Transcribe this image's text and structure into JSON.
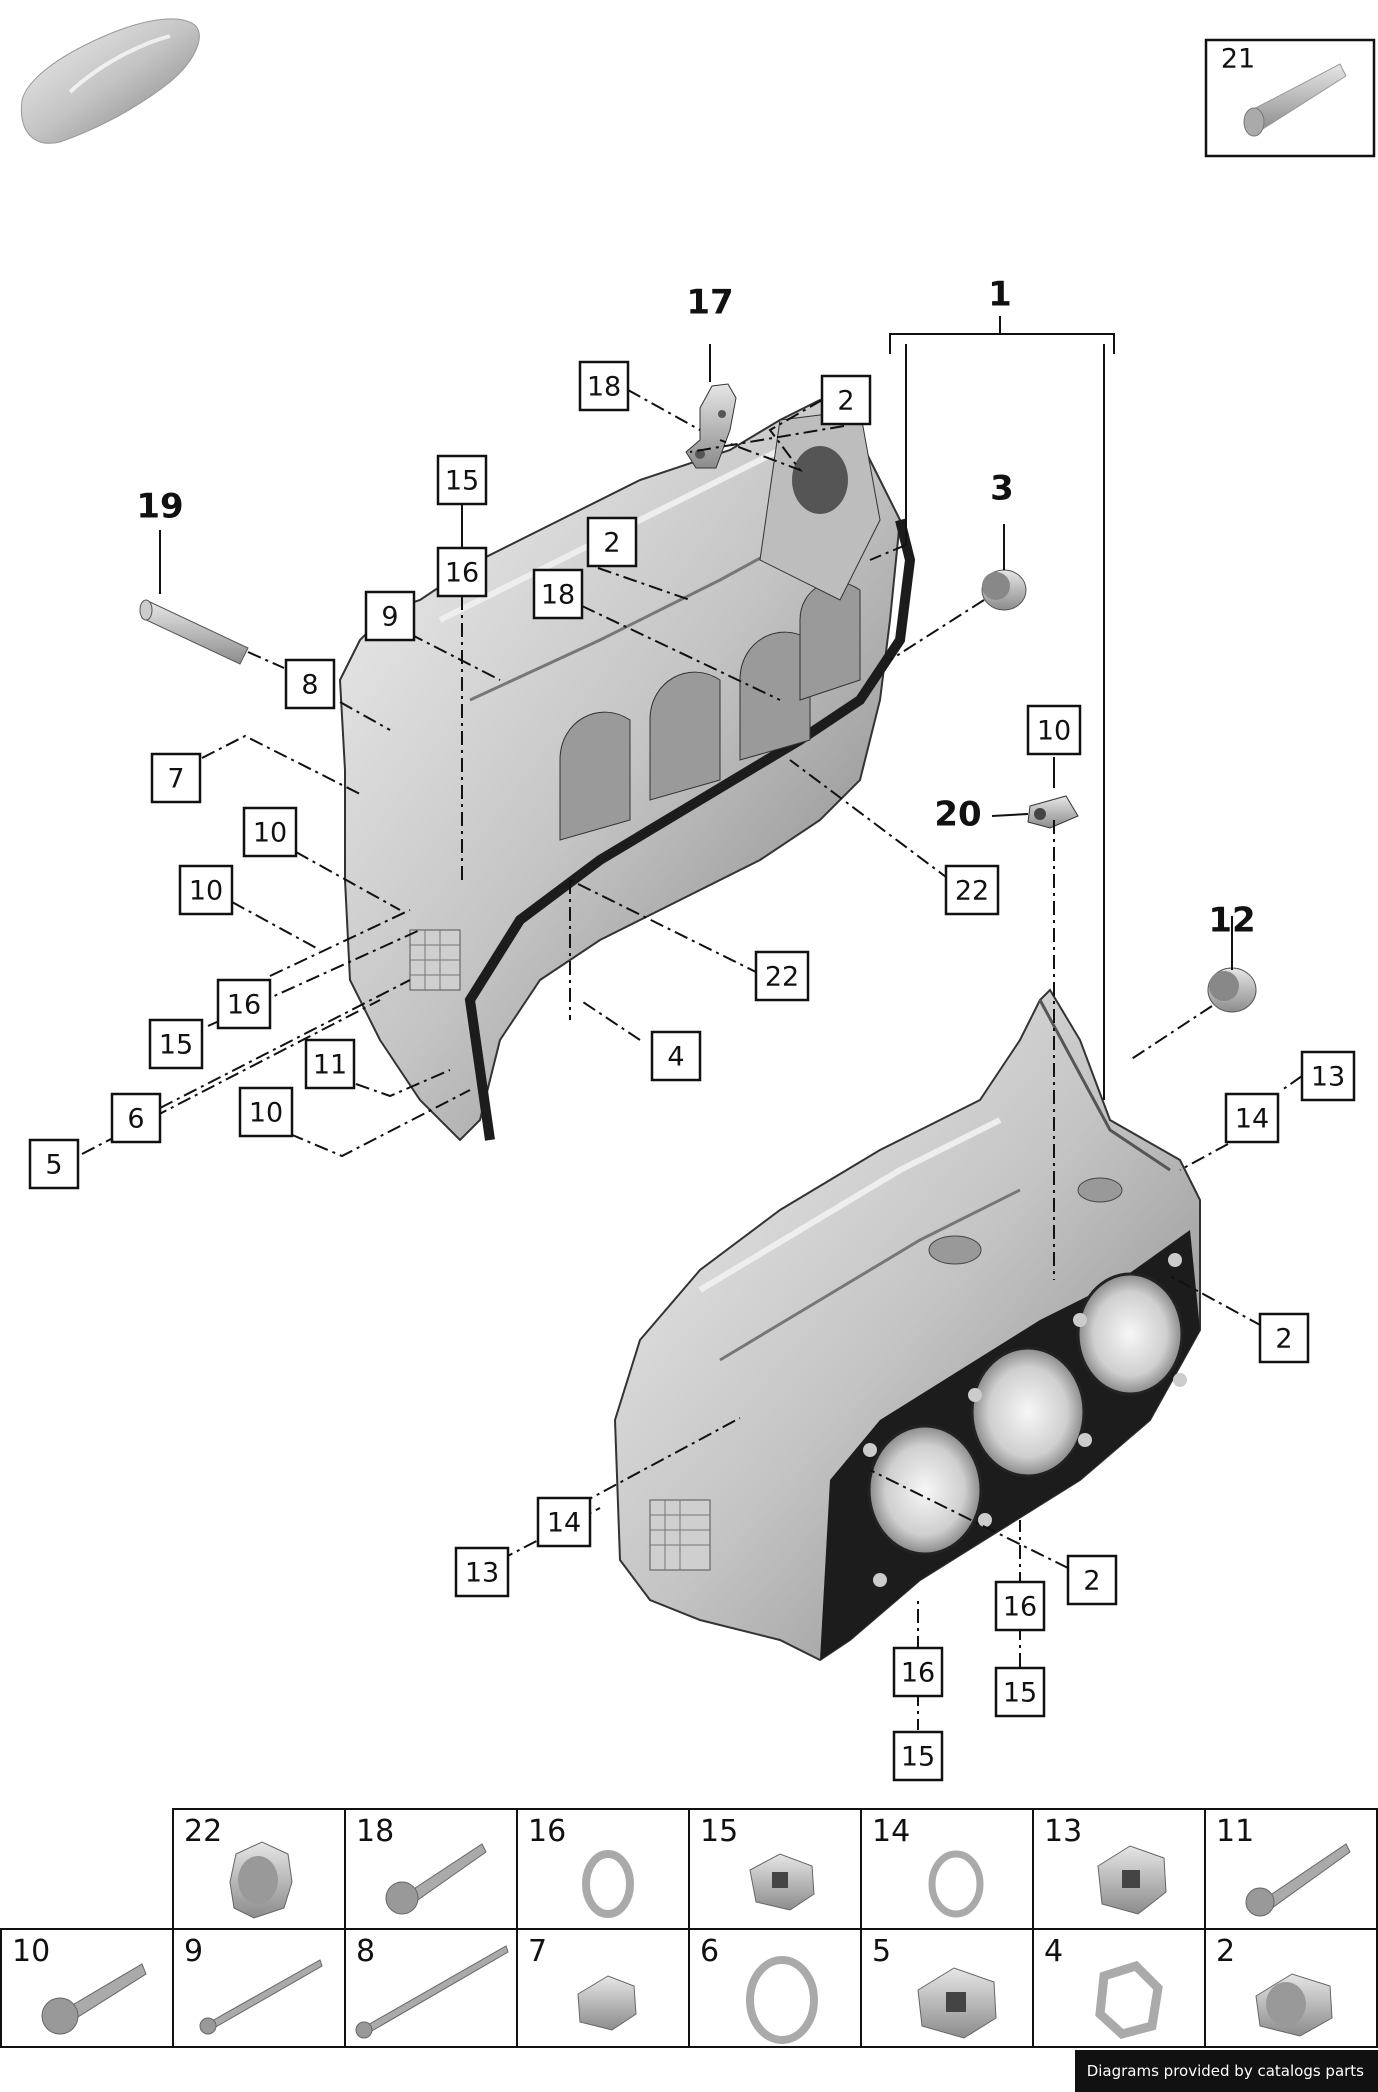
{
  "consumable_box": {
    "number": "21"
  },
  "group_labels": {
    "block": "1",
    "part_3": "3",
    "part_12": "12",
    "part_17": "17",
    "part_19": "19",
    "part_20": "20"
  },
  "callouts": [
    "18",
    "2",
    "15",
    "2",
    "16",
    "18",
    "9",
    "8",
    "7",
    "10",
    "10",
    "10",
    "22",
    "22",
    "16",
    "15",
    "4",
    "11",
    "6",
    "10",
    "5",
    "13",
    "14",
    "2",
    "14",
    "13",
    "2",
    "16",
    "16",
    "15",
    "15"
  ],
  "parts_table": {
    "top_row": [
      "22",
      "18",
      "16",
      "15",
      "14",
      "13",
      "11"
    ],
    "bottom_row": [
      "10",
      "9",
      "8",
      "7",
      "6",
      "5",
      "4",
      "2"
    ]
  },
  "footer": {
    "credit": "Diagrams provided by catalogs parts"
  },
  "colors": {
    "line": "#111111",
    "metal_light": "#e2e2e2",
    "metal_mid": "#b3b3b3",
    "metal_dark": "#6f6f6f",
    "gasket": "#1c1c1c"
  }
}
